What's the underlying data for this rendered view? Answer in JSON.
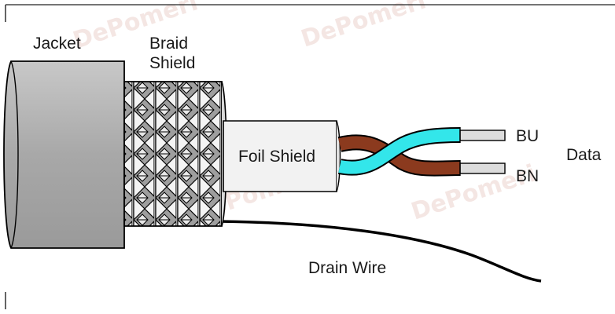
{
  "labels": {
    "jacket": "Jacket",
    "braid_line1": "Braid",
    "braid_line2": "Shield",
    "foil": "Foil Shield",
    "bu": "BU",
    "bn": "BN",
    "data": "Data",
    "drain": "Drain Wire"
  },
  "watermark": "DePomeri",
  "colors": {
    "jacket": "#aaaaaa",
    "braid": "#9e9e9e",
    "foil": "#f2f2f2",
    "blue_wire": "#33e6ea",
    "brown_wire": "#8b3a1e",
    "conductor": "#dcdcdc",
    "outline": "#000000"
  }
}
